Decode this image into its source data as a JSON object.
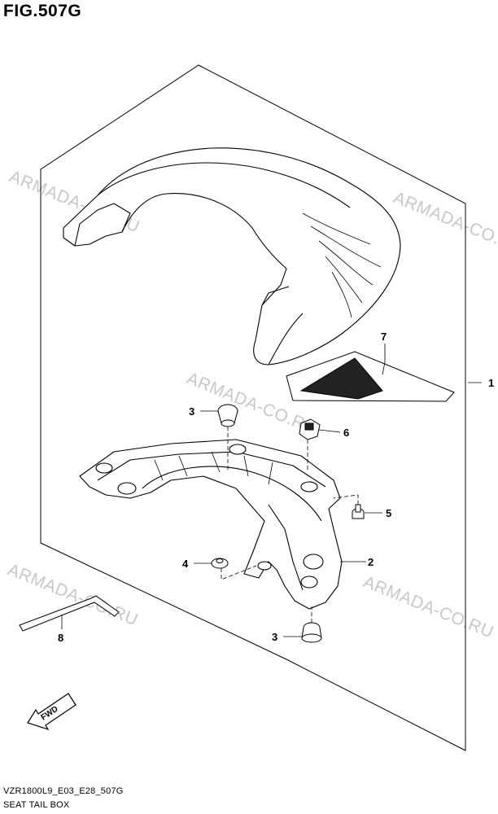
{
  "figure": {
    "title": "FIG.507G",
    "code": "VZR1800L9_E03_E28_507G",
    "name": "SEAT TAIL BOX"
  },
  "watermark": "ARMADA-CO.RU",
  "callouts": [
    {
      "id": "1"
    },
    {
      "id": "2"
    },
    {
      "id": "3"
    },
    {
      "id": "3"
    },
    {
      "id": "4"
    },
    {
      "id": "5"
    },
    {
      "id": "6"
    },
    {
      "id": "7"
    },
    {
      "id": "8"
    }
  ],
  "fwd_label": "FWD",
  "colors": {
    "line": "#000000",
    "watermark": "#c8c8c8",
    "background": "#ffffff"
  }
}
